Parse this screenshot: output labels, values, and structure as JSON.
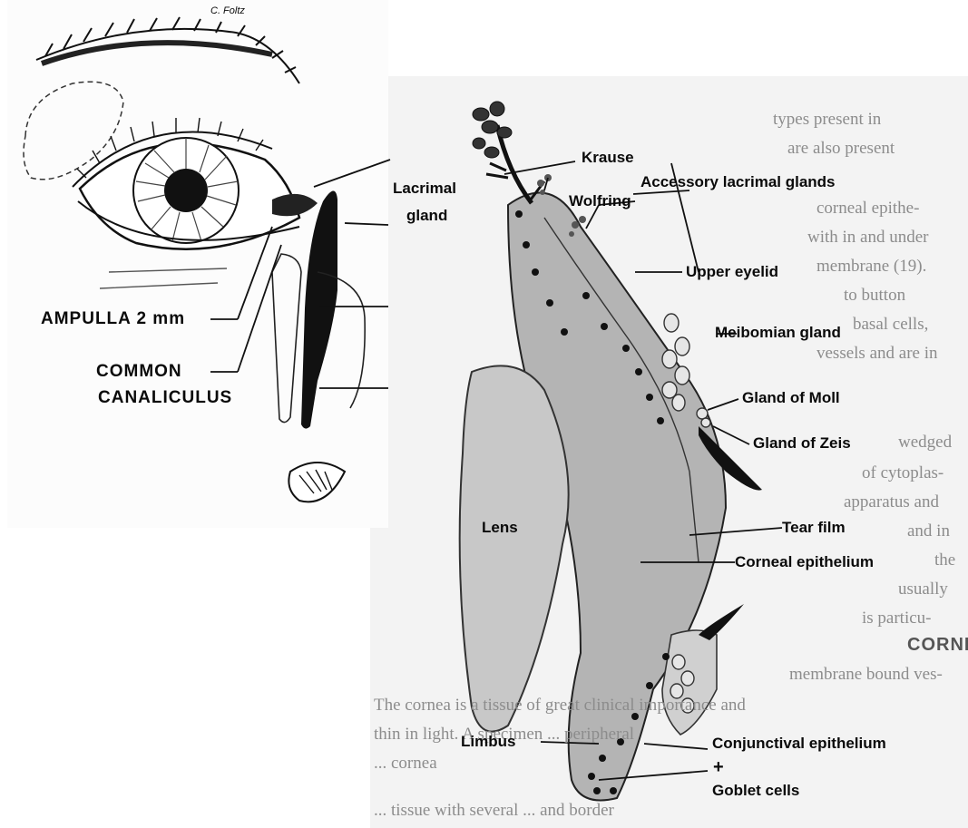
{
  "labels": {
    "krause": "Krause",
    "accessory_lacrimal_glands": "Accessory lacrimal glands",
    "lacrimal_gland_1": "Lacrimal",
    "lacrimal_gland_2": "gland",
    "wolfring": "Wolfring",
    "upper_eyelid": "Upper eyelid",
    "ampulla": "AMPULLA 2 mm",
    "common_1": "COMMON",
    "common_2": "CANALICULUS",
    "meibomian_gland": "Meibomian gland",
    "gland_of_moll": "Gland of Moll",
    "gland_of_zeis": "Gland of Zeis",
    "lens": "Lens",
    "tear_film": "Tear film",
    "corneal_epithelium": "Corneal epithelium",
    "limbus": "Limbus",
    "conjunctival_epithelium": "Conjunctival epithelium",
    "plus": "+",
    "goblet_cells": "Goblet cells",
    "artist_signature": "C. Foltz"
  },
  "background_page": {
    "heading": "CORNEA",
    "lines": [
      "types present in",
      "are also present",
      "corneal epithe-",
      "with in and under",
      "membrane (19).",
      "to button",
      "basal cells,",
      "vessels and are in",
      "wedged",
      "of cytoplas-",
      "apparatus and",
      "and in",
      "the",
      "usually",
      "is particu-",
      "membrane bound ves-",
      "The cornea is a tissue of great clinical importance and",
      "thin in light. A specimen ... peripheral",
      "... cornea",
      "... tissue with several ... and border"
    ]
  },
  "colors": {
    "ink": "#0a0a0a",
    "shade": "#b4b4b4",
    "page_gray": "#f3f3f3",
    "page_text": "#8c8c8c"
  }
}
